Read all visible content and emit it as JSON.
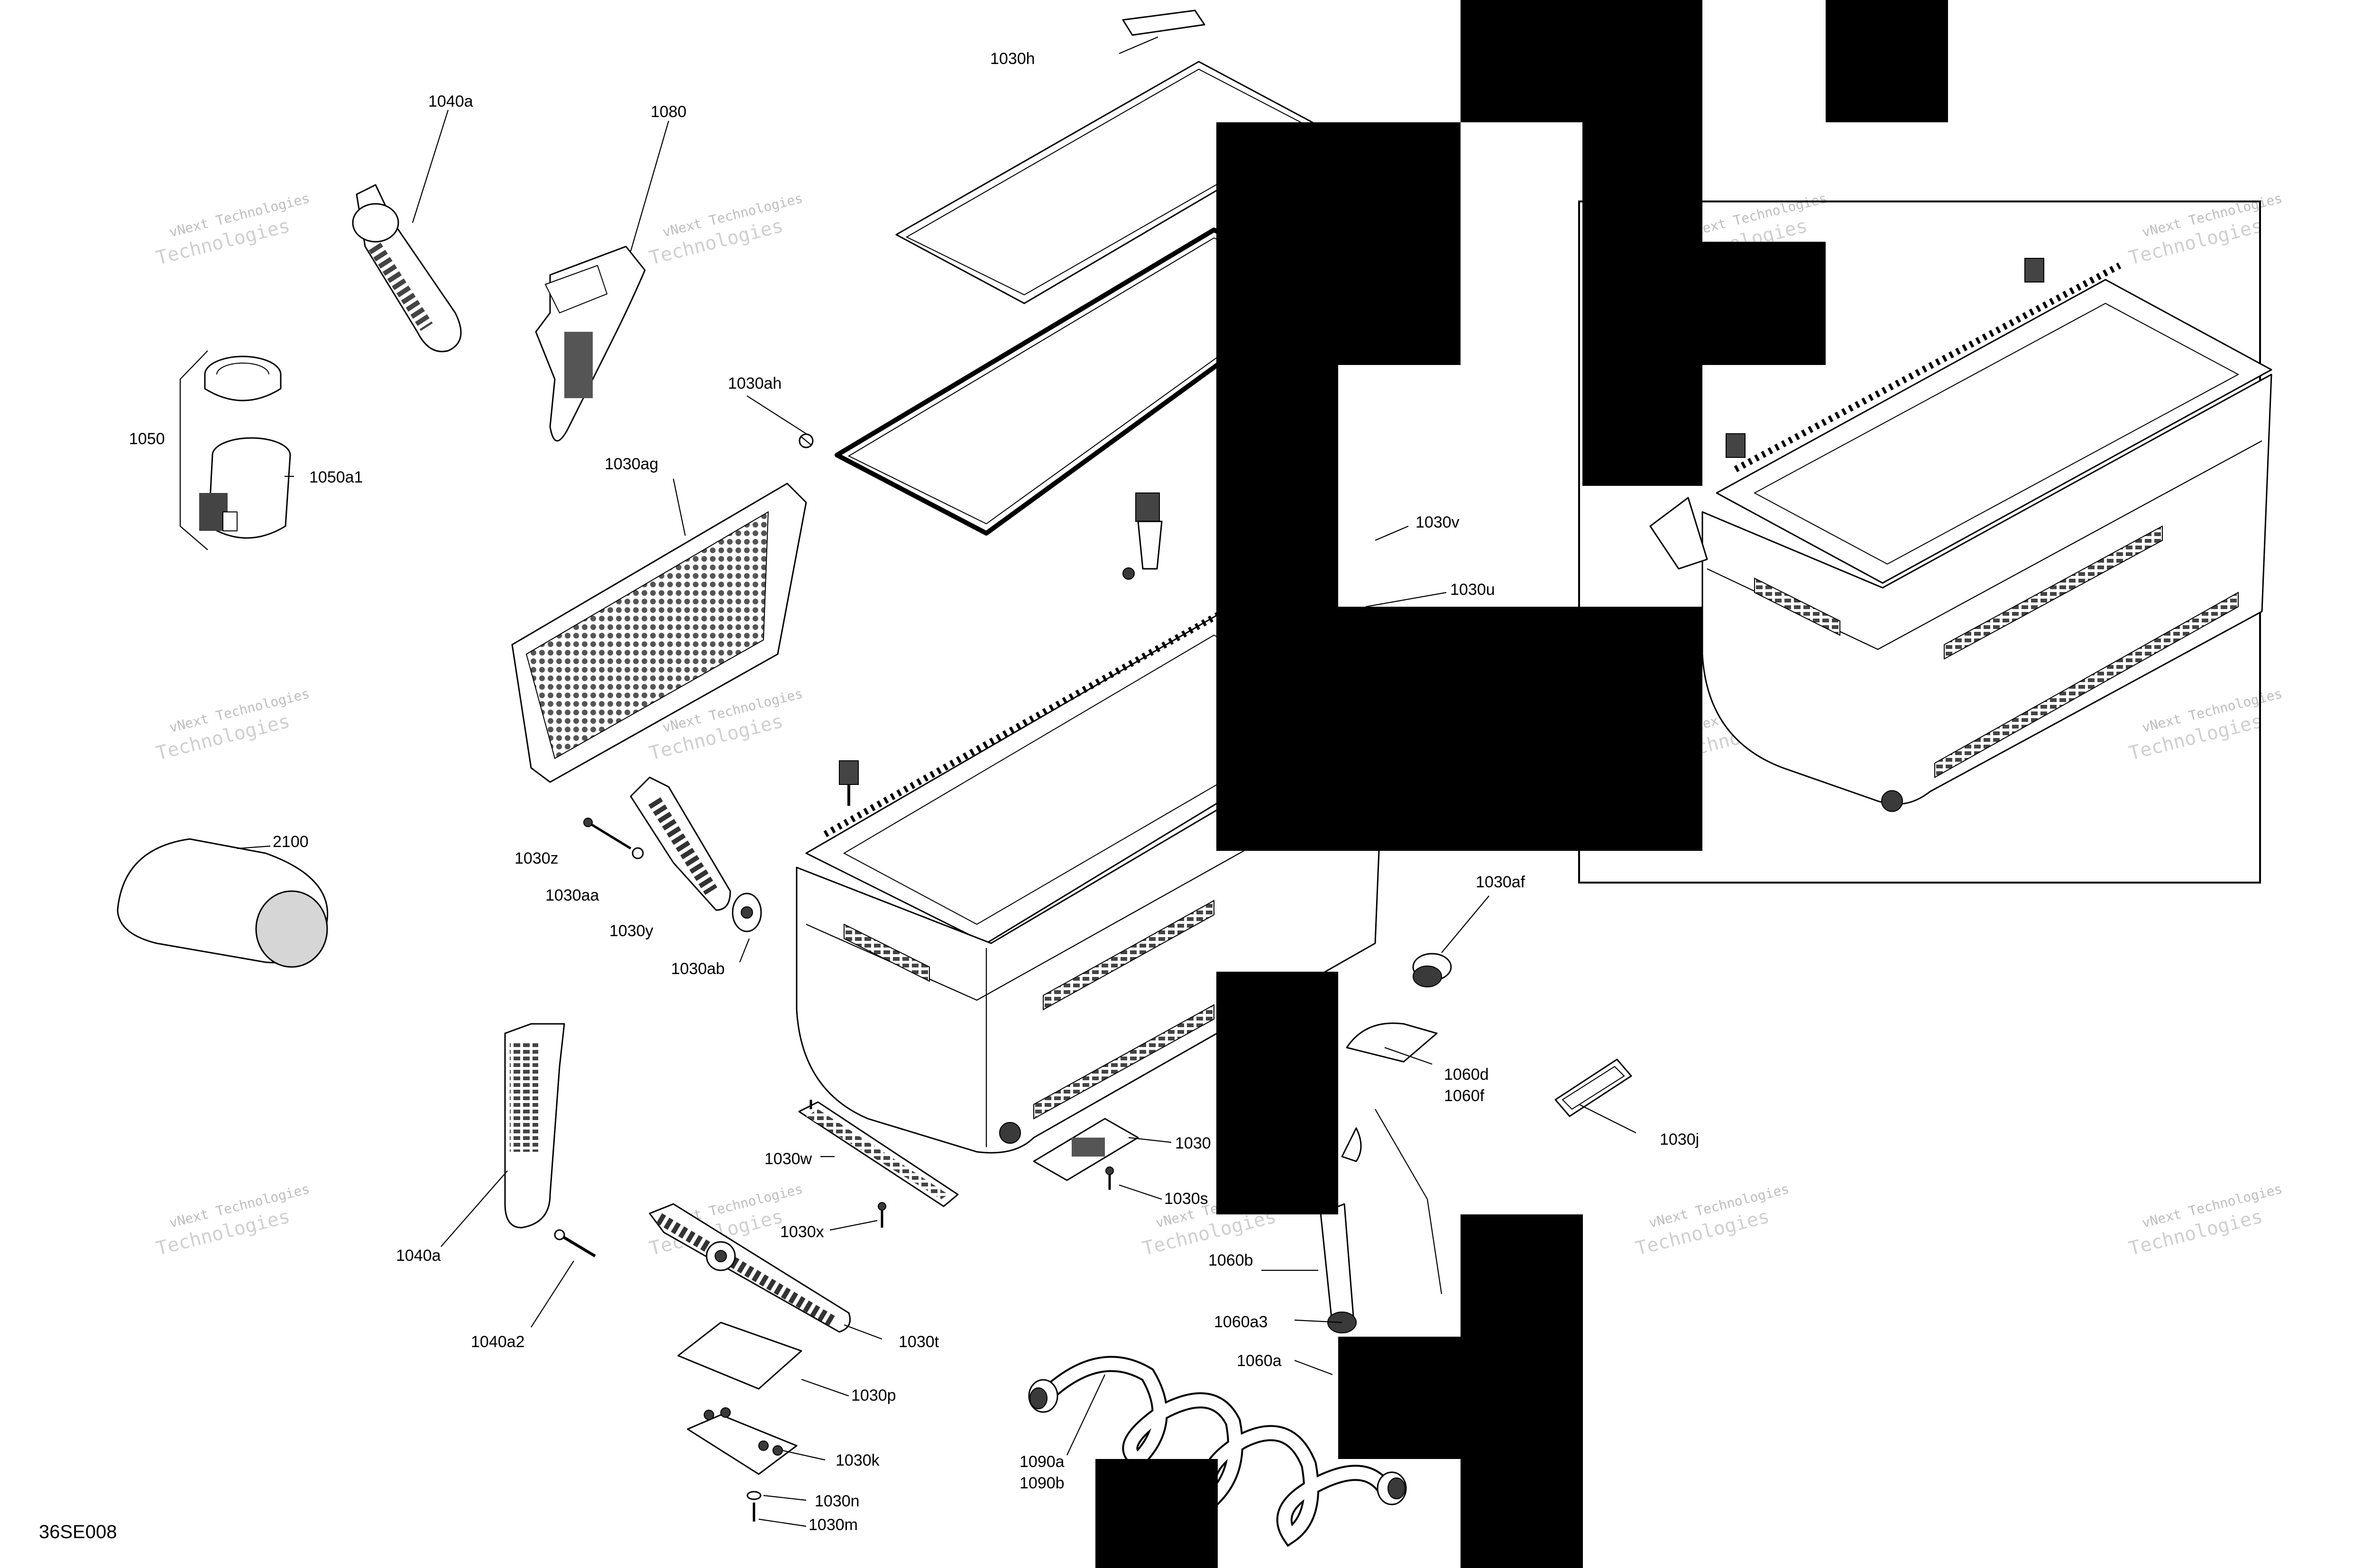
{
  "drawing_id": "36SE008",
  "watermark": {
    "line1": "vNext Technologies",
    "line2": "Technologies"
  },
  "callouts": {
    "c1030h": "1030h",
    "c1040a_top": "1040a",
    "c1080": "1080",
    "c1050": "1050",
    "c1050a1": "1050a1",
    "c1030ah": "1030ah",
    "c1030ag": "1030ag",
    "c1030v": "1030v",
    "c1030u": "1030u",
    "c2100": "2100",
    "c1030z": "1030z",
    "c1030aa": "1030aa",
    "c1030y": "1030y",
    "c1030ab": "1030ab",
    "c1030af": "1030af",
    "c1060d": "1060d",
    "c1060f": "1060f",
    "c1030j": "1030j",
    "c1030w": "1030w",
    "c1030_mid": "1030",
    "c1030s": "1030s",
    "c1030x": "1030x",
    "c1040a_bottom": "1040a",
    "c1040a2": "1040a2",
    "c1030t": "1030t",
    "c1060b": "1060b",
    "c1060a3": "1060a3",
    "c1060a": "1060a",
    "c1030p": "1030p",
    "c1030k": "1030k",
    "c1090a": "1090a",
    "c1090b": "1090b",
    "c1030n": "1030n",
    "c1030m": "1030m"
  }
}
